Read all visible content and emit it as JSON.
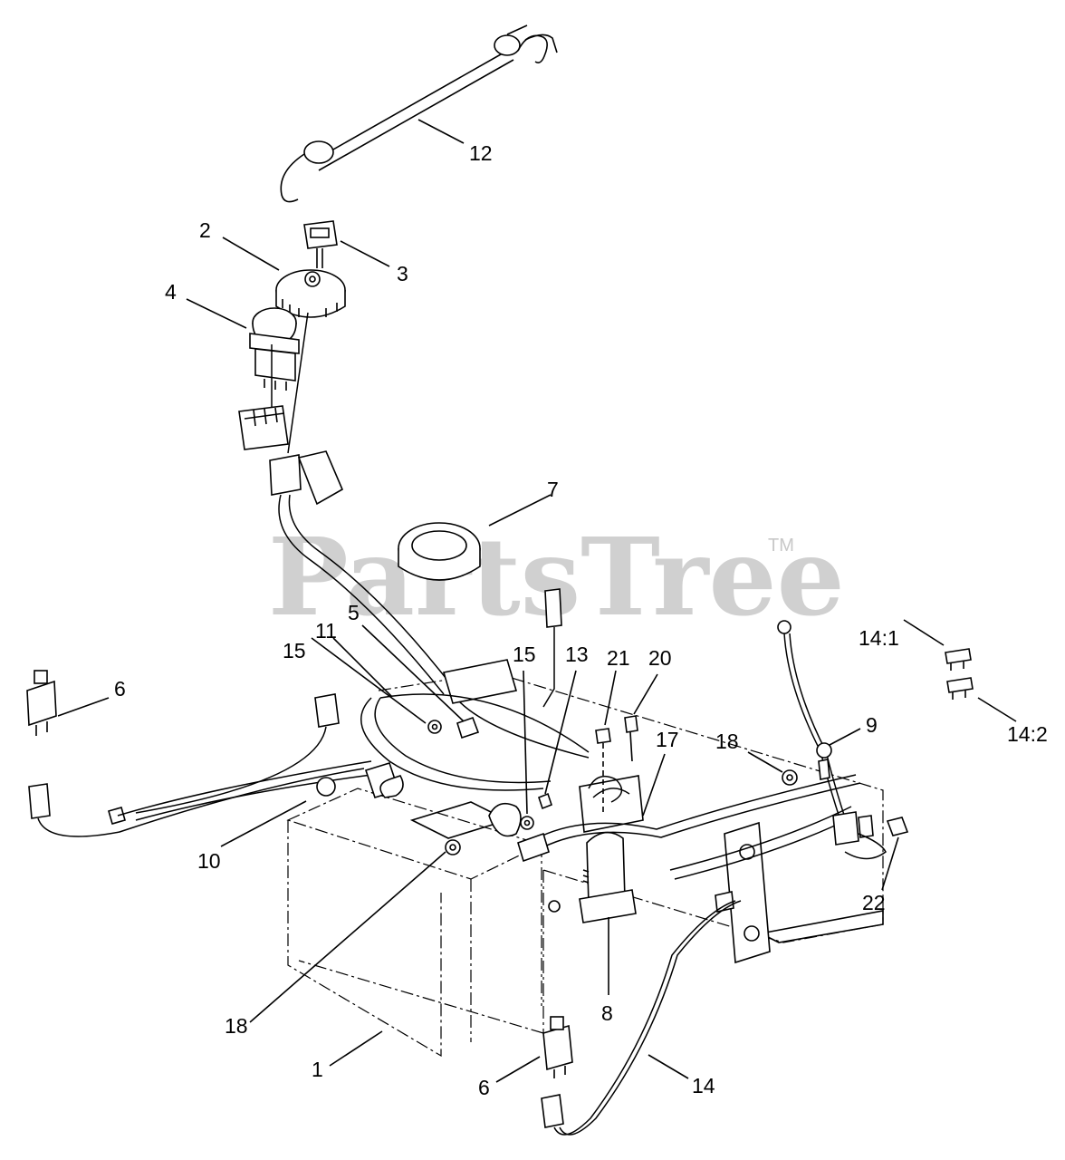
{
  "watermark": {
    "text": "PartsTree",
    "trademark": "TM"
  },
  "callouts": {
    "c1": "1",
    "c2": "2",
    "c3": "3",
    "c4": "4",
    "c5": "5",
    "c6a": "6",
    "c6b": "6",
    "c7": "7",
    "c8": "8",
    "c9": "9",
    "c10": "10",
    "c11": "11",
    "c12": "12",
    "c13": "13",
    "c14": "14",
    "c14_1": "14:1",
    "c14_2": "14:2",
    "c15a": "15",
    "c15b": "15",
    "c17": "17",
    "c18a": "18",
    "c18b": "18",
    "c20": "20",
    "c21": "21",
    "c22": "22"
  }
}
